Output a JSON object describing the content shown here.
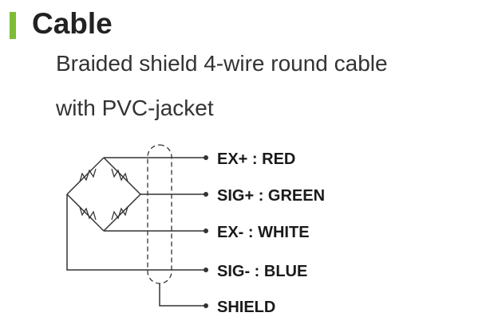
{
  "title": "Cable",
  "description_line1": "Braided shield 4-wire round cable",
  "description_line2": "with PVC-jacket",
  "accent_color": "#7dbd35",
  "wires": [
    {
      "label": "EX+ : RED"
    },
    {
      "label": "SIG+ : GREEN"
    },
    {
      "label": "EX- : WHITE"
    },
    {
      "label": "SIG- : BLUE"
    },
    {
      "label": "SHIELD"
    }
  ]
}
